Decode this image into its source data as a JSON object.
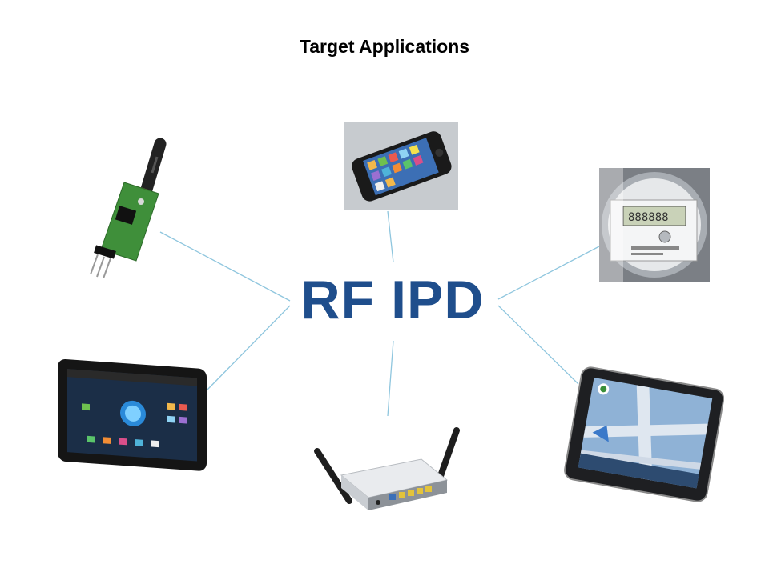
{
  "slide": {
    "title": "Target Applications",
    "center_label": "RF IPD"
  },
  "colors": {
    "title": "#000000",
    "center_label": "#1f4e8c",
    "connector": "#8fc6de"
  },
  "devices": [
    {
      "name": "rf-module-icon",
      "label": "RF transceiver module with antenna"
    },
    {
      "name": "smartphone-icon",
      "label": "smartphone"
    },
    {
      "name": "smart-meter-icon",
      "label": "smart electricity meter"
    },
    {
      "name": "tablet-icon",
      "label": "tablet"
    },
    {
      "name": "wifi-router-icon",
      "label": "wireless router"
    },
    {
      "name": "gps-navigator-icon",
      "label": "GPS navigation device"
    }
  ]
}
